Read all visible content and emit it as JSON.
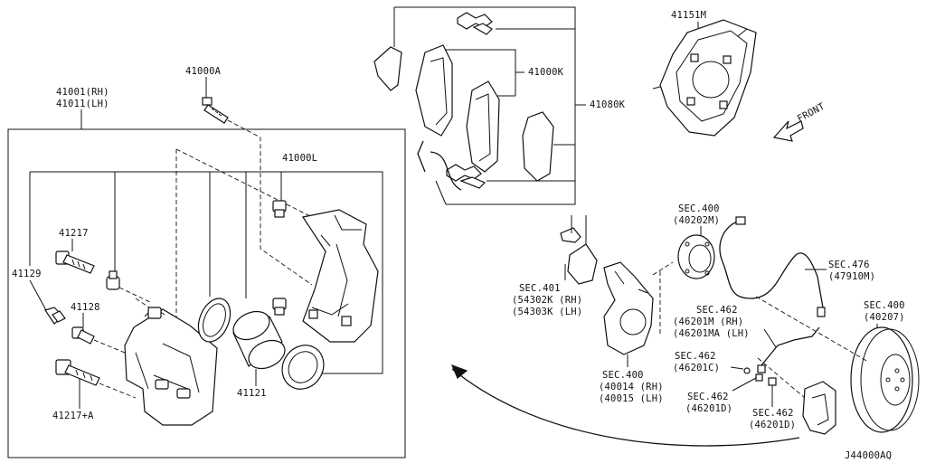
{
  "diagram_id": "J44000AQ",
  "front_indicator": "FRONT",
  "labels": {
    "p41001": "41001(RH)",
    "p41011": "41011(LH)",
    "p41000A": "41000A",
    "p41000L": "41000L",
    "p41000K": "41000K",
    "p41080K": "41080K",
    "p41151M": "41151M",
    "p41217": "41217",
    "p41129": "41129",
    "p41128": "41128",
    "p41217A": "41217+A",
    "p41121": "41121",
    "sec401_a": "SEC.401",
    "sec401_b": "(54302K (RH)",
    "sec401_c": "(54303K (LH)",
    "sec400a_a": "SEC.400",
    "sec400a_b": "(40202M)",
    "sec476_a": "SEC.476",
    "sec476_b": "(47910M)",
    "sec462a_a": "SEC.462",
    "sec462a_b": "(46201M (RH)",
    "sec462a_c": "(46201MA (LH)",
    "sec462b_a": "SEC.462",
    "sec462b_b": "(46201C)",
    "sec400b_a": "SEC.400",
    "sec400b_b": "(40207)",
    "sec400c_a": "SEC.400",
    "sec400c_b": "(40014 (RH)",
    "sec400c_c": "(40015 (LH)",
    "sec462c_a": "SEC.462",
    "sec462c_b": "(46201D)",
    "sec462d_a": "SEC.462",
    "sec462d_b": "(46201D)"
  }
}
